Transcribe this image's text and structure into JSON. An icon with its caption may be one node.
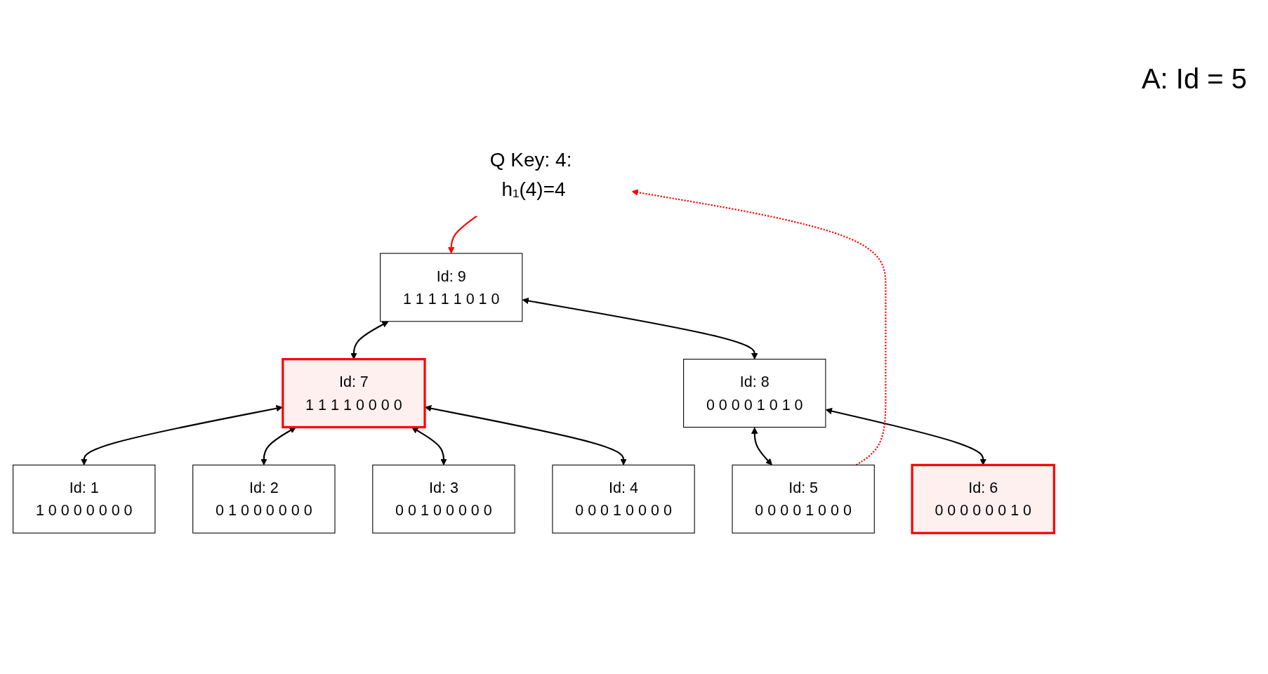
{
  "diagram": {
    "nodes": [
      {
        "text": [
          "Q Key: 4: h₁(4)=4"
        ]
      },
      {
        "text": [
          "Id: 9",
          "1 1 1 1 1 0 1 0"
        ]
      },
      {
        "text": [
          "Id: 7",
          "1 1 1 1 0 0 0 0"
        ]
      },
      {
        "text": [
          "Id: 8",
          "0 0 0 0 1 0 1 0"
        ]
      },
      {
        "text": [
          "Id: 2",
          "0 1 0 0 0 0 0 0"
        ]
      },
      {
        "text": [
          "Id: 4",
          "0 0 0 1 0 0 0 0"
        ]
      },
      {
        "text": [
          "Id: 6",
          "0 0 0 0 0 0 1 0"
        ]
      },
      {
        "text": [
          "Id: 1",
          "1 0 0 0 0 0 0 0"
        ]
      },
      {
        "text": [
          "Id: 3",
          "0 0 1 0 0 0 0 0"
        ]
      },
      {
        "text": [
          "Id: 5",
          "0 0 0 0 1 0 0 0"
        ]
      }
    ],
    "edges": [
      {
        "from": 0,
        "to": 1,
        "arrow": "to",
        "color": "#ff0000"
      },
      {
        "from": 1,
        "to": 2,
        "arrow": "both"
      },
      {
        "from": 1,
        "to": 3,
        "arrow": "both"
      },
      {
        "from": 2,
        "to": 7,
        "arrow": "both"
      },
      {
        "from": 2,
        "to": 4,
        "arrow": "both"
      },
      {
        "from": 2,
        "to": 8,
        "arrow": "both"
      },
      {
        "from": 2,
        "to": 5,
        "arrow": "both"
      },
      {
        "from": 3,
        "to": 9,
        "arrow": "both"
      },
      {
        "from": 3,
        "to": 6,
        "arrow": "both"
      },
      {
        "from": 9,
        "to": 0,
        "arrow": "to",
        "style": "dashed",
        "color": "#ff0000"
      }
    ],
    "labels": [
      "A: Id = 5"
    ]
  }
}
